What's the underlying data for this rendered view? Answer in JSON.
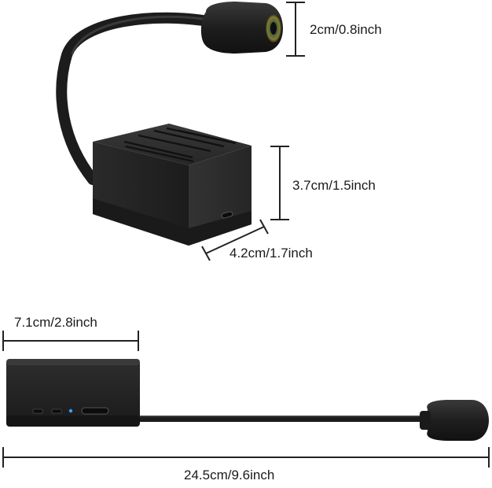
{
  "dimensions": {
    "camera_head": "2cm/0.8inch",
    "box_height": "3.7cm/1.5inch",
    "box_depth": "4.2cm/1.7inch",
    "box_width": "7.1cm/2.8inch",
    "total_length": "24.5cm/9.6inch"
  },
  "colors": {
    "device_body": "#2b2b2b",
    "device_shadow": "#1a1a1a",
    "dimension_line": "#222222",
    "lens_accent": "#8a7a2a"
  }
}
